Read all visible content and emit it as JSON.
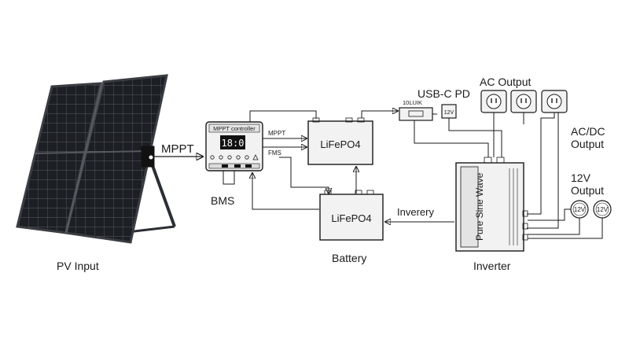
{
  "labels": {
    "pv_input": "PV Input",
    "mppt": "MPPT",
    "bms": "BMS",
    "battery": "Battery",
    "inverter": "Inverter",
    "usb_c_pd": "USB-C PD",
    "ac_output": "AC Output",
    "ac_dc_output_line1": "AC/DC",
    "ac_dc_output_line2": "Output",
    "v12_output_line1": "12V",
    "v12_output_line2": "Output"
  },
  "mppt_controller": {
    "title": "MPPT controller",
    "display": "18:0",
    "port_mppt": "MPPT",
    "port_fms": "FMS"
  },
  "lifepo4_top": {
    "label": "LiFePO4"
  },
  "lifepo4_bottom": {
    "label": "LiFePO4"
  },
  "inverter_box": {
    "label": "Pure Sine Wave"
  },
  "inverter_arrow_label": "Inverery",
  "usb_module": {
    "label": "10LUIK"
  },
  "port_12v_small": {
    "label": "12V"
  },
  "v12_sockets": [
    {
      "label": "12V"
    },
    {
      "label": "12V"
    }
  ],
  "colors": {
    "stroke": "#1a1a1a",
    "box_fill": "#f2f2f2",
    "panel_cell": "#1c1f24",
    "panel_frame": "#3a3d42"
  }
}
